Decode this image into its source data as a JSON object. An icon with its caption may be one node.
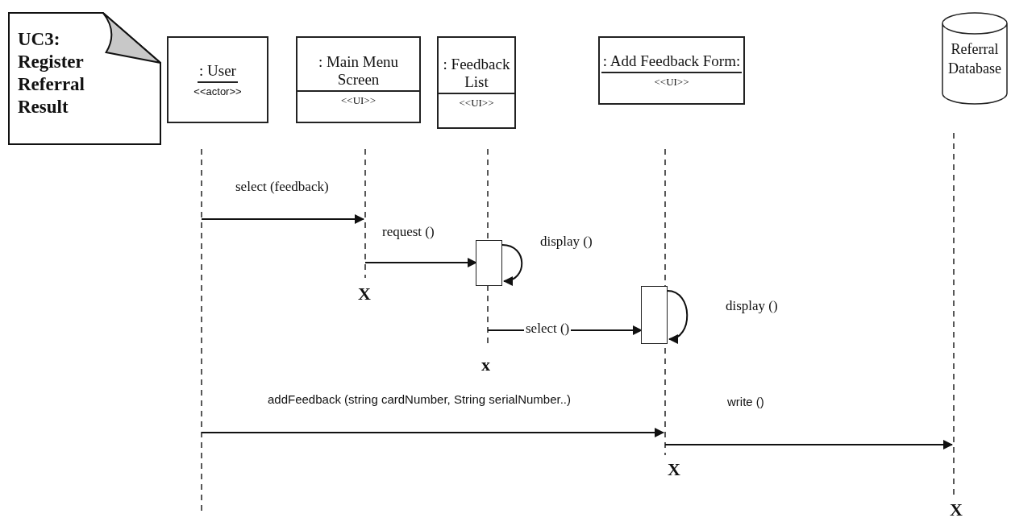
{
  "diagram": {
    "nodes": [
      {
        "text": [
          "UC3: Register Referral Result"
        ]
      },
      {
        "text": [
          ": User",
          "<<actor>>"
        ]
      },
      {
        "text": [
          ": Main Menu Screen",
          "<<UI>>"
        ]
      },
      {
        "text": [
          ": Feedback List",
          "<<UI>>"
        ]
      },
      {
        "text": [
          ": Add Feedback Form:",
          "<<UI>>"
        ]
      },
      {
        "text": [
          "Referral Database"
        ]
      },
      {
        "text": [],
        "shape": "lifeline"
      },
      {
        "text": [],
        "shape": "lifeline",
        "beside": [
          "X"
        ]
      },
      {
        "text": [],
        "shape": "lifeline",
        "beside": [
          "x"
        ]
      },
      {
        "text": [],
        "shape": "lifeline",
        "beside": [
          "X"
        ]
      },
      {
        "text": [],
        "shape": "lifeline",
        "beside": [
          "X"
        ]
      },
      {
        "text": [],
        "shape": "box"
      },
      {
        "text": [],
        "shape": "box"
      }
    ],
    "edges": [
      {
        "from": 6,
        "to": 7,
        "arrow": "to",
        "label": "select (feedback)"
      },
      {
        "from": 7,
        "to": 11,
        "arrow": "to",
        "label": "request ()"
      },
      {
        "from": 11,
        "to": 11,
        "arrow": "to",
        "label": "display ()"
      },
      {
        "from": 8,
        "to": 12,
        "arrow": "to",
        "label": "select ()"
      },
      {
        "from": 12,
        "to": 12,
        "arrow": "to",
        "label": "display ()"
      },
      {
        "from": 6,
        "to": 9,
        "arrow": "to",
        "label": "addFeedback (string cardNumber, String serialNumber..)"
      },
      {
        "from": 9,
        "to": 10,
        "arrow": "to",
        "label": "write ()"
      }
    ]
  }
}
